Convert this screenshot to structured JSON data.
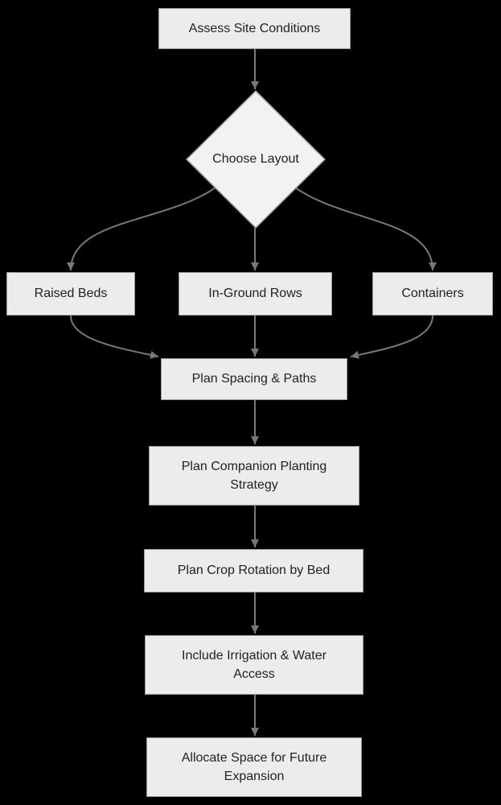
{
  "diagram": {
    "type": "flowchart",
    "direction": "top-down",
    "colors": {
      "background": "#000000",
      "node_fill": "#ececec",
      "decision_fill": "#f2f2f2",
      "node_border": "#999999",
      "text": "#222222",
      "edge": "#787878"
    },
    "nodes": {
      "assess": {
        "label": "Assess Site Conditions",
        "shape": "rect",
        "lines": [
          "Assess Site Conditions"
        ]
      },
      "choose": {
        "label": "Choose Layout",
        "shape": "diamond",
        "lines": [
          "Choose Layout"
        ]
      },
      "raised": {
        "label": "Raised Beds",
        "shape": "rect",
        "lines": [
          "Raised Beds"
        ]
      },
      "inground": {
        "label": "In-Ground Rows",
        "shape": "rect",
        "lines": [
          "In-Ground Rows"
        ]
      },
      "containers": {
        "label": "Containers",
        "shape": "rect",
        "lines": [
          "Containers"
        ]
      },
      "spacing": {
        "label": "Plan Spacing & Paths",
        "shape": "rect",
        "lines": [
          "Plan Spacing & Paths"
        ]
      },
      "companion": {
        "label": "Plan Companion Planting Strategy",
        "shape": "rect",
        "lines": [
          "Plan Companion Planting",
          "Strategy"
        ]
      },
      "rotation": {
        "label": "Plan Crop Rotation by Bed",
        "shape": "rect",
        "lines": [
          "Plan Crop Rotation by Bed"
        ]
      },
      "irrigation": {
        "label": "Include Irrigation & Water Access",
        "shape": "rect",
        "lines": [
          "Include Irrigation & Water",
          "Access"
        ]
      },
      "expansion": {
        "label": "Allocate Space for Future Expansion",
        "shape": "rect",
        "lines": [
          "Allocate Space for Future",
          "Expansion"
        ]
      }
    },
    "edges": [
      {
        "from": "assess",
        "to": "choose"
      },
      {
        "from": "choose",
        "to": "raised"
      },
      {
        "from": "choose",
        "to": "inground"
      },
      {
        "from": "choose",
        "to": "containers"
      },
      {
        "from": "raised",
        "to": "spacing"
      },
      {
        "from": "inground",
        "to": "spacing"
      },
      {
        "from": "containers",
        "to": "spacing"
      },
      {
        "from": "spacing",
        "to": "companion"
      },
      {
        "from": "companion",
        "to": "rotation"
      },
      {
        "from": "rotation",
        "to": "irrigation"
      },
      {
        "from": "irrigation",
        "to": "expansion"
      }
    ]
  }
}
